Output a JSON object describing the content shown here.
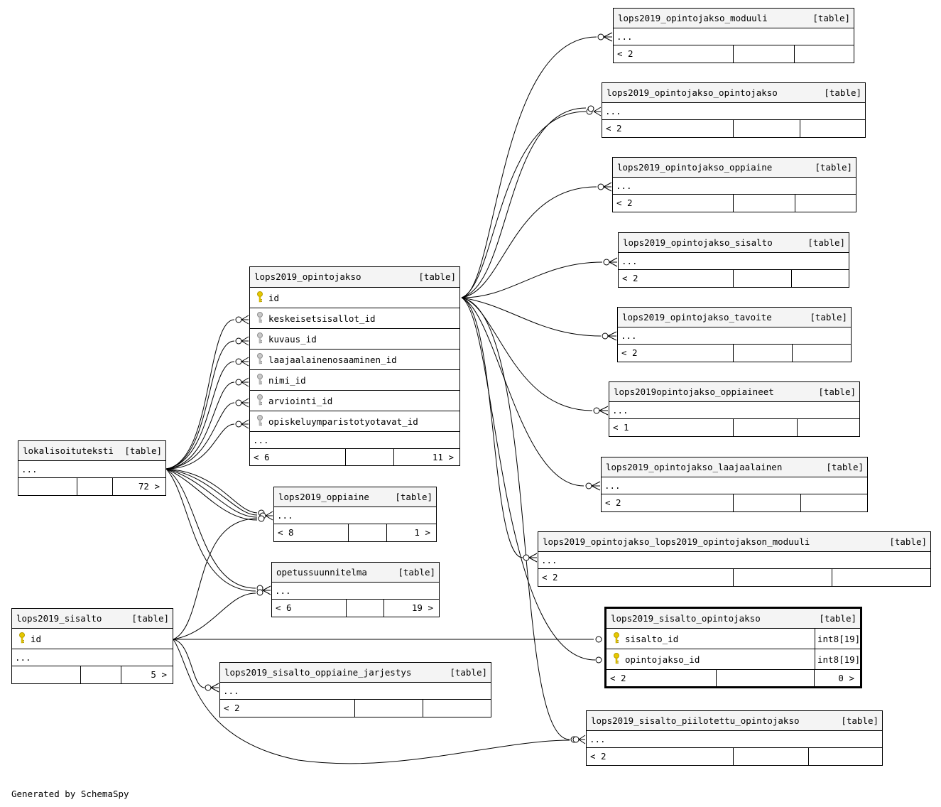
{
  "diagram": {
    "generated_by": "Generated by SchemaSpy",
    "tables": {
      "moduuli": {
        "name": "lops2019_opintojakso_moduuli",
        "type": "[table]",
        "ellipsis": "...",
        "footer": [
          "< 2",
          "",
          ""
        ]
      },
      "opintojakso_opintojakso": {
        "name": "lops2019_opintojakso_opintojakso",
        "type": "[table]",
        "ellipsis": "...",
        "footer": [
          "< 2",
          "",
          ""
        ]
      },
      "opintojakso_oppiaine": {
        "name": "lops2019_opintojakso_oppiaine",
        "type": "[table]",
        "ellipsis": "...",
        "footer": [
          "< 2",
          "",
          ""
        ]
      },
      "opintojakso_sisalto": {
        "name": "lops2019_opintojakso_sisalto",
        "type": "[table]",
        "ellipsis": "...",
        "footer": [
          "< 2",
          "",
          ""
        ]
      },
      "opintojakso_tavoite": {
        "name": "lops2019_opintojakso_tavoite",
        "type": "[table]",
        "ellipsis": "...",
        "footer": [
          "< 2",
          "",
          ""
        ]
      },
      "opintojakso_oppiaineet": {
        "name": "lops2019opintojakso_oppiaineet",
        "type": "[table]",
        "ellipsis": "...",
        "footer": [
          "< 1",
          "",
          ""
        ]
      },
      "opintojakso_laajaalainen": {
        "name": "lops2019_opintojakso_laajaalainen",
        "type": "[table]",
        "ellipsis": "...",
        "footer": [
          "< 2",
          "",
          ""
        ]
      },
      "opintojakson_moduuli": {
        "name": "lops2019_opintojakso_lops2019_opintojakson_moduuli",
        "type": "[table]",
        "ellipsis": "...",
        "footer": [
          "< 2",
          "",
          ""
        ]
      },
      "sisalto_opintojakso": {
        "name": "lops2019_sisalto_opintojakso",
        "type": "[table]",
        "columns": [
          {
            "name": "sisalto_id",
            "type": "int8[19]"
          },
          {
            "name": "opintojakso_id",
            "type": "int8[19]"
          }
        ],
        "footer": [
          "< 2",
          "",
          "0 >"
        ]
      },
      "piilotettu": {
        "name": "lops2019_sisalto_piilotettu_opintojakso",
        "type": "[table]",
        "ellipsis": "...",
        "footer": [
          "< 2",
          "",
          ""
        ]
      },
      "opintojakso": {
        "name": "lops2019_opintojakso",
        "type": "[table]",
        "columns": [
          "id",
          "keskeisetsisallot_id",
          "kuvaus_id",
          "laajaalainenosaaminen_id",
          "nimi_id",
          "arviointi_id",
          "opiskeluymparistotyotavat_id"
        ],
        "ellipsis": "...",
        "footer": [
          "< 6",
          "",
          "11 >"
        ]
      },
      "lokalisoituteksti": {
        "name": "lokalisoituteksti",
        "type": "[table]",
        "ellipsis": "...",
        "footer": [
          "",
          "",
          "72 >"
        ]
      },
      "oppiaine": {
        "name": "lops2019_oppiaine",
        "type": "[table]",
        "ellipsis": "...",
        "footer": [
          "< 8",
          "",
          "1 >"
        ]
      },
      "opetussuunnitelma": {
        "name": "opetussuunnitelma",
        "type": "[table]",
        "ellipsis": "...",
        "footer": [
          "< 6",
          "",
          "19 >"
        ]
      },
      "sisalto": {
        "name": "lops2019_sisalto",
        "type": "[table]",
        "columns": [
          "id"
        ],
        "ellipsis": "...",
        "footer": [
          "",
          "",
          "5 >"
        ]
      },
      "oppiaine_jarjestys": {
        "name": "lops2019_sisalto_oppiaine_jarjestys",
        "type": "[table]",
        "ellipsis": "...",
        "footer": [
          "< 2",
          "",
          ""
        ]
      }
    }
  },
  "colors": {
    "header_bg": "#f4f4f4",
    "primary_key": "#e6c800",
    "foreign_key": "#a9a9a9",
    "line": "#000000"
  },
  "icons": {
    "primary_key": "key-icon",
    "foreign_key": "key-icon"
  }
}
